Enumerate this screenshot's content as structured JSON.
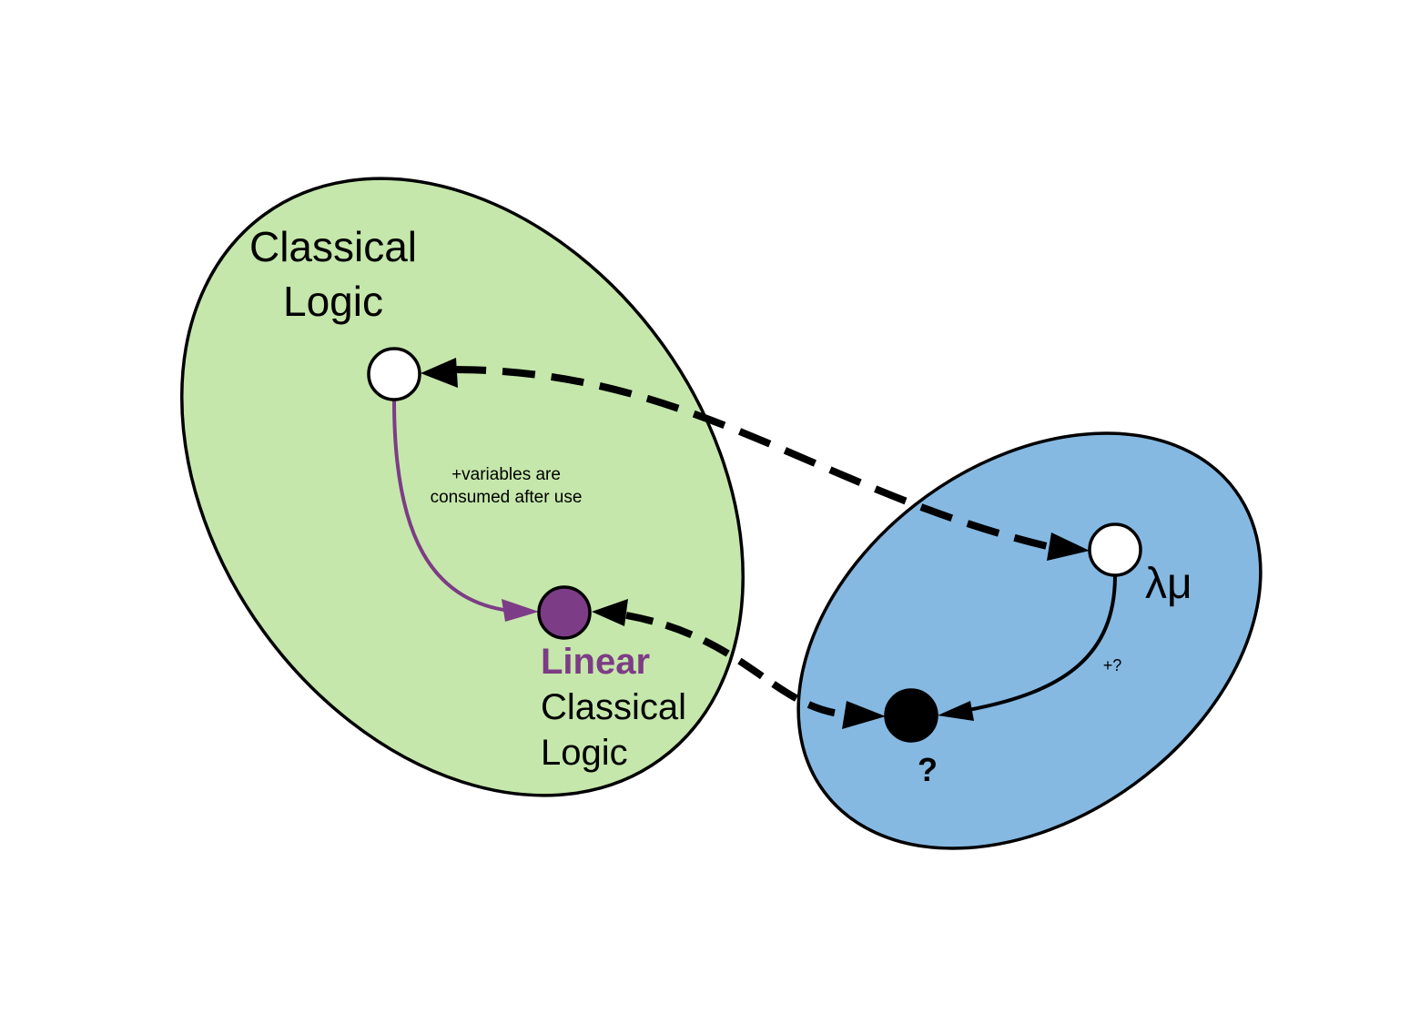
{
  "colors": {
    "classical_region": "#c5e7ab",
    "lambda_mu_region": "#85b9e2",
    "linear_accent": "#7d3c86",
    "outline": "#000000",
    "open_node": "#ffffff",
    "unknown_node": "#000000"
  },
  "regions": {
    "classical": {
      "title_line1": "Classical",
      "title_line2": "Logic"
    },
    "lambda_mu": {
      "title": "λμ"
    }
  },
  "nodes": {
    "classical_logic": {
      "kind": "open"
    },
    "linear_classical_logic": {
      "kind": "filled-accent",
      "label_line1": "Linear",
      "label_line2": "Classical",
      "label_line3": "Logic"
    },
    "lambda_mu": {
      "kind": "open"
    },
    "unknown": {
      "kind": "filled",
      "label": "?"
    }
  },
  "edges": {
    "classical_to_linear": {
      "style": "solid",
      "label_line1": "+variables are",
      "label_line2": "consumed after use"
    },
    "lambda_mu_to_unknown": {
      "style": "solid",
      "label": "+?"
    },
    "classical_to_lambda_mu": {
      "style": "dashed",
      "bidirectional": true
    },
    "linear_to_unknown": {
      "style": "dashed",
      "bidirectional": true
    }
  }
}
